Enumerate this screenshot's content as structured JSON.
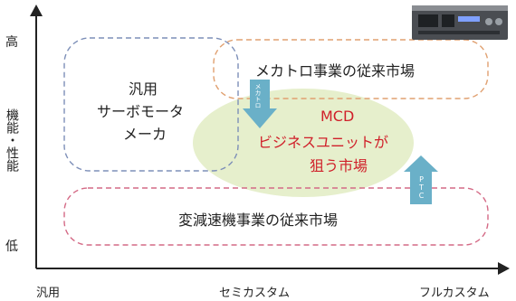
{
  "axes": {
    "y_high": "高",
    "y_label": "機能・性能",
    "y_low": "低",
    "x_left": "汎用",
    "x_mid": "セミカスタム",
    "x_right": "フルカスタム"
  },
  "regions": {
    "general_servo": {
      "line1": "汎用",
      "line2": "サーボモータ",
      "line3": "メーカ"
    },
    "mechatronics": {
      "label": "メカトロ事業の従来市場"
    },
    "mcd": {
      "line1": "MCD",
      "line2": "ビジネスユニットが",
      "line3": "狙う市場"
    },
    "reducer": {
      "label": "変減速機事業の従来市場"
    }
  },
  "arrows": {
    "mechatronics_arrow": "メカトロ",
    "ptc_arrow": "PTC"
  },
  "colors": {
    "mcd_fill": "#e6efcc",
    "mcd_text": "#d0202a",
    "general_box": "#7d8fb8",
    "mechatronics_box": "#e0a070",
    "reducer_box": "#d46a86",
    "arrow_fill": "#6ab0c8",
    "axis": "#222222"
  },
  "icons": {
    "device": "controller-device-icon"
  }
}
